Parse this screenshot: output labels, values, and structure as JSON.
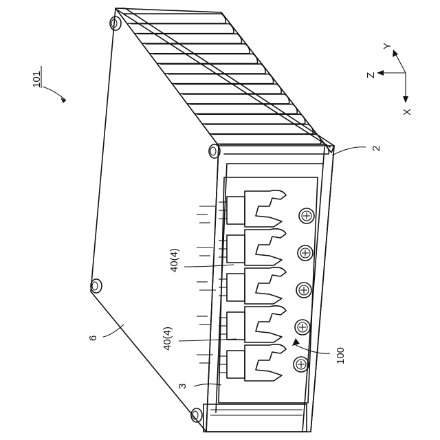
{
  "figure": {
    "ref_101": "101",
    "ref_2": "2",
    "ref_3": "3",
    "ref_6": "6",
    "ref_100": "100",
    "ref_40a": "40(4)",
    "ref_40b": "40(4)"
  },
  "axes": {
    "x_label": "X",
    "y_label": "Y",
    "z_label": "Z"
  },
  "counts": {
    "fins": 14,
    "switch_modules": 5,
    "corner_bolts": 4
  }
}
